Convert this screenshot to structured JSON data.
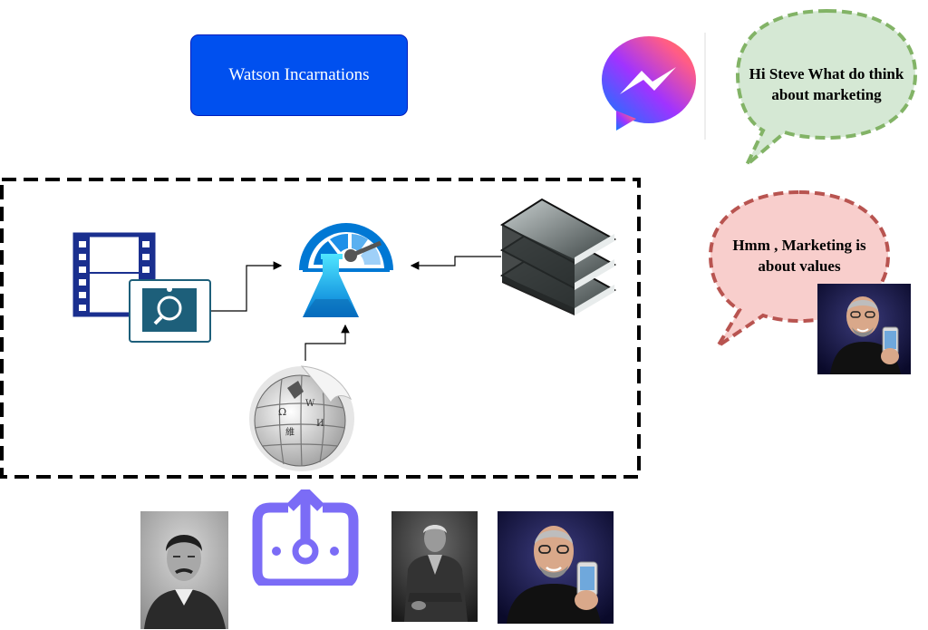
{
  "title": "Watson Incarnations",
  "chat": {
    "question": "Hi Steve What do think about marketing",
    "answer": "Hmm  , Marketing is about values"
  },
  "icons": {
    "messenger": "messenger-icon",
    "video_search": "video-search-icon",
    "azure_lab": "lab-meter-icon",
    "books": "books-stack-icon",
    "wikipedia": "wikipedia-globe-icon",
    "upload": "upload-icon"
  },
  "colors": {
    "title_fill": "#0050ef",
    "green_bubble_fill": "#d5e8d4",
    "green_bubble_stroke": "#82b366",
    "red_bubble_fill": "#f8cecc",
    "red_bubble_stroke": "#b85450",
    "upload_icon": "#7b6cf6"
  },
  "photos": [
    "tesla-portrait",
    "edison-portrait",
    "jobs-portrait",
    "jobs-portrait-small"
  ]
}
